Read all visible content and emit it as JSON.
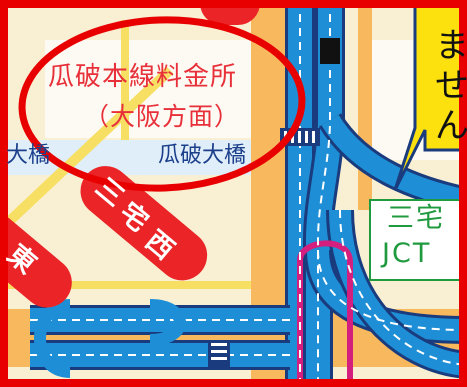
{
  "map": {
    "toll_plaza_name": "瓜破本線料金所",
    "toll_plaza_direction": "（大阪方面）",
    "bridge_label_right": "瓜破大橋",
    "bridge_label_left": "大橋",
    "junction_line1": "三宅",
    "junction_line2": "JCT",
    "pill_label_chars": [
      "三",
      "宅",
      "西"
    ],
    "pill_label_left_char": "東",
    "callout_chars": [
      "ま",
      "せ",
      "ん"
    ],
    "colors": {
      "land": "#f9efd2",
      "expressway_fill": "#1e8fd6",
      "expressway_edge": "#1a3b7d",
      "orange_road": "#f8b85e",
      "toll_label": "#e8303a",
      "jct_label": "#1f9a3e",
      "route_pill": "#ea2427",
      "magenta_road": "#d41f7e",
      "callout_fill": "#fde10e",
      "highlight": "#e80000"
    },
    "icons": [
      "toll-gate-icon",
      "route-pill",
      "red-annotation-ellipse",
      "speech-callout"
    ]
  }
}
